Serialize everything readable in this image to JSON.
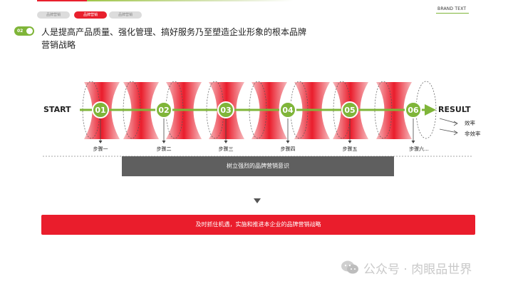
{
  "header": {
    "tabs": [
      {
        "label": "品牌营销",
        "active": false
      },
      {
        "label": "品牌营销",
        "active": true
      },
      {
        "label": "品牌营销",
        "active": false
      }
    ],
    "brand_text": "BRAND TEXT"
  },
  "section": {
    "number": "02",
    "headline": "人是提高产品质量、强化管理、搞好服务乃至塑造企业形象的根本品牌营销战略"
  },
  "process": {
    "start_label": "START",
    "result_label": "RESULT",
    "outcomes": [
      "效率",
      "非效率"
    ],
    "steps": [
      {
        "number": "01",
        "label": "步骤一"
      },
      {
        "number": "02",
        "label": "步骤二"
      },
      {
        "number": "03",
        "label": "步骤三"
      },
      {
        "number": "04",
        "label": "步骤四"
      },
      {
        "number": "05",
        "label": "步骤五"
      },
      {
        "number": "06",
        "label": "步骤六..."
      }
    ]
  },
  "summary": {
    "bar_text": "树立强烈的品牌营销意识",
    "final_text": "及时抓住机遇，实施和推进本企业的品牌营销战略"
  },
  "watermark": {
    "text": "公众号 · 肉眼品世界"
  },
  "colors": {
    "red": "#e8202d",
    "green": "#7fb539",
    "dark_grey": "#5f5f5f"
  }
}
